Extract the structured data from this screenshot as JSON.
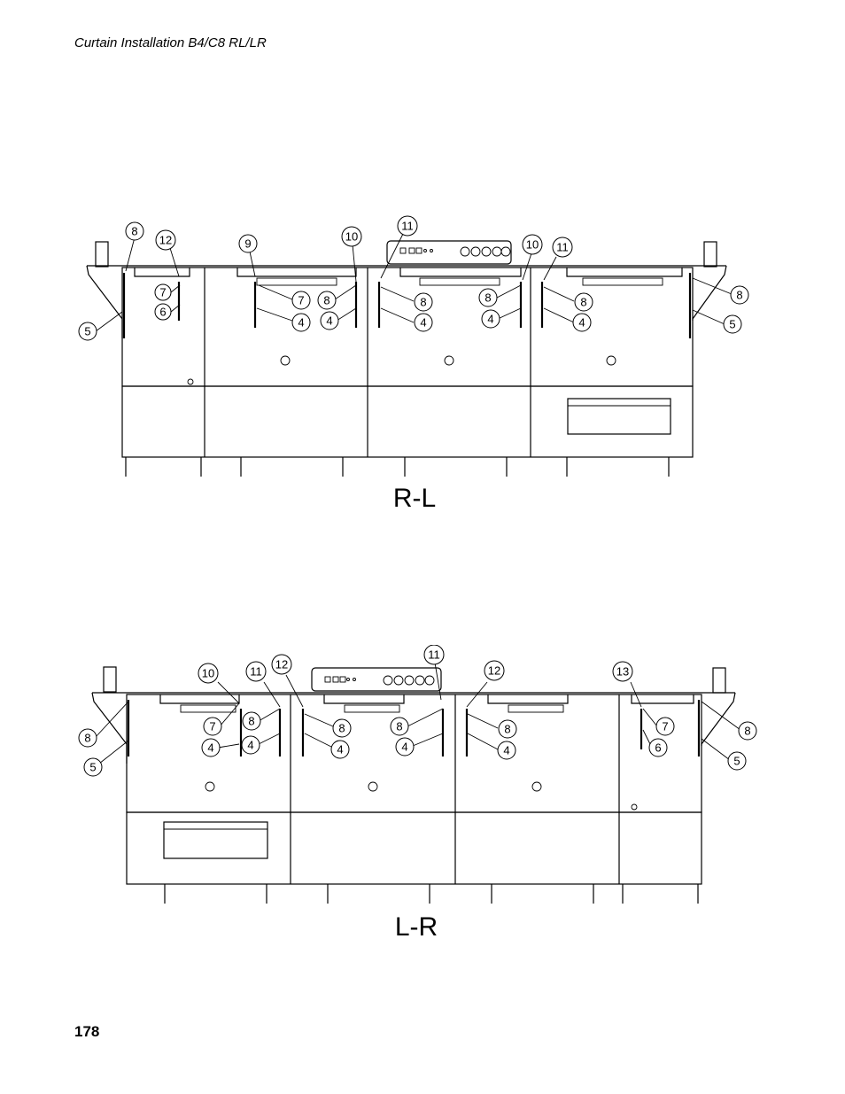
{
  "header": {
    "title": "Curtain Installation B4/C8 RL/LR"
  },
  "page_number": "178",
  "diagrams": [
    {
      "label": "R-L",
      "callouts": [
        "8",
        "12",
        "9",
        "10",
        "11",
        "10",
        "11",
        "7",
        "6",
        "7",
        "8",
        "8",
        "8",
        "8",
        "5",
        "4",
        "4",
        "4",
        "4",
        "4",
        "8",
        "5"
      ]
    },
    {
      "label": "L-R",
      "callouts": [
        "10",
        "11",
        "12",
        "11",
        "12",
        "13",
        "8",
        "7",
        "4",
        "4",
        "8",
        "4",
        "8",
        "4",
        "8",
        "4",
        "7",
        "6",
        "8",
        "5",
        "8",
        "5"
      ]
    }
  ]
}
